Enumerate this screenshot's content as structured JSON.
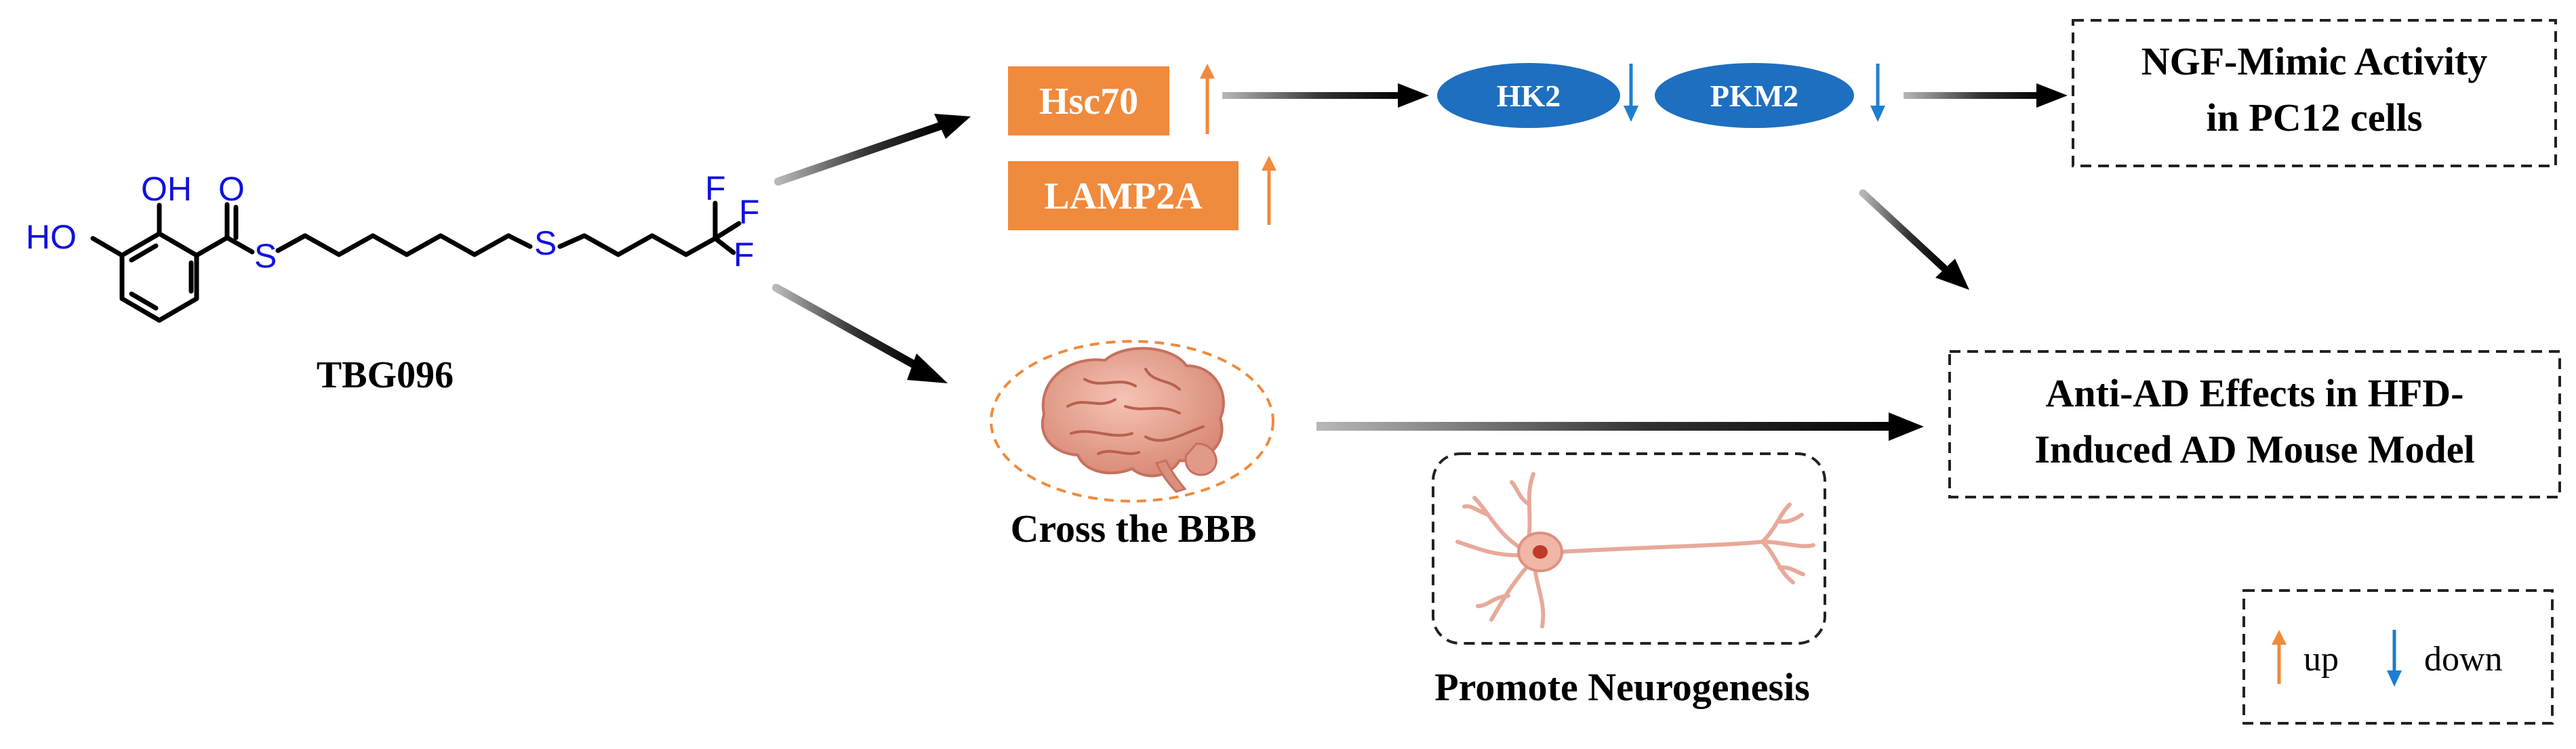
{
  "molecule": {
    "name": "TBG096",
    "atoms": {
      "oh_top": "OH",
      "oh_left": "HO",
      "carbonyl_o": "O",
      "thioester_s": "S",
      "thioether_s": "S",
      "fluorine": "F"
    }
  },
  "pathway": {
    "hsc70": "Hsc70",
    "lamp2a": "LAMP2A",
    "hk2": "HK2",
    "pkm2": "PKM2",
    "ngf_line1": "NGF-Mimic Activity",
    "ngf_line2": "in PC12 cells",
    "bbb_label": "Cross the BBB",
    "antiad_line1": "Anti-AD Effects in HFD-",
    "antiad_line2": "Induced AD Mouse Model",
    "neuro_label": "Promote Neurogenesis"
  },
  "legend": {
    "up": "up",
    "down": "down"
  },
  "colors": {
    "orange": "#F08A3C",
    "blue": "#1E6FBF",
    "atom_blue": "#1010E0",
    "arrow_orange": "#F08A3C",
    "arrow_blue": "#1E7FD0"
  }
}
